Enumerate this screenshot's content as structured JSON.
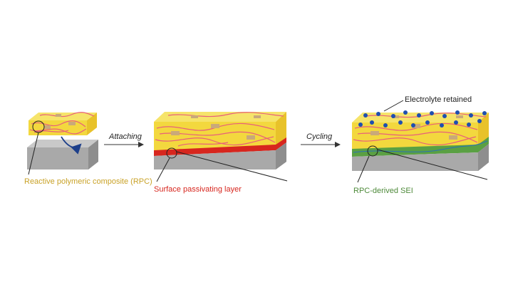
{
  "labels": {
    "rpc": "Reactive polymeric composite (RPC)",
    "passivating": "Surface passivating layer",
    "sei": "RPC-derived SEI",
    "retained": "Electrolyte retained"
  },
  "steps": {
    "attaching": "Attaching",
    "cycling": "Cycling"
  },
  "colors": {
    "composite_top": "#f6e46a",
    "composite_front": "#f3d83e",
    "composite_side": "#e8c22a",
    "fiber": "#e8607a",
    "particle": "#c9a97a",
    "substrate_top": "#c9c9c9",
    "substrate_front": "#a9a9a9",
    "substrate_side": "#8e8e8e",
    "passivating_layer": "#d7261e",
    "sei_layer": "#5aa043",
    "electrolyte_dot": "#1f4fb0",
    "rpc_label": "#c9a227",
    "passivating_label": "#d7261e",
    "sei_label": "#4e8a3a",
    "text_dark": "#222222"
  }
}
